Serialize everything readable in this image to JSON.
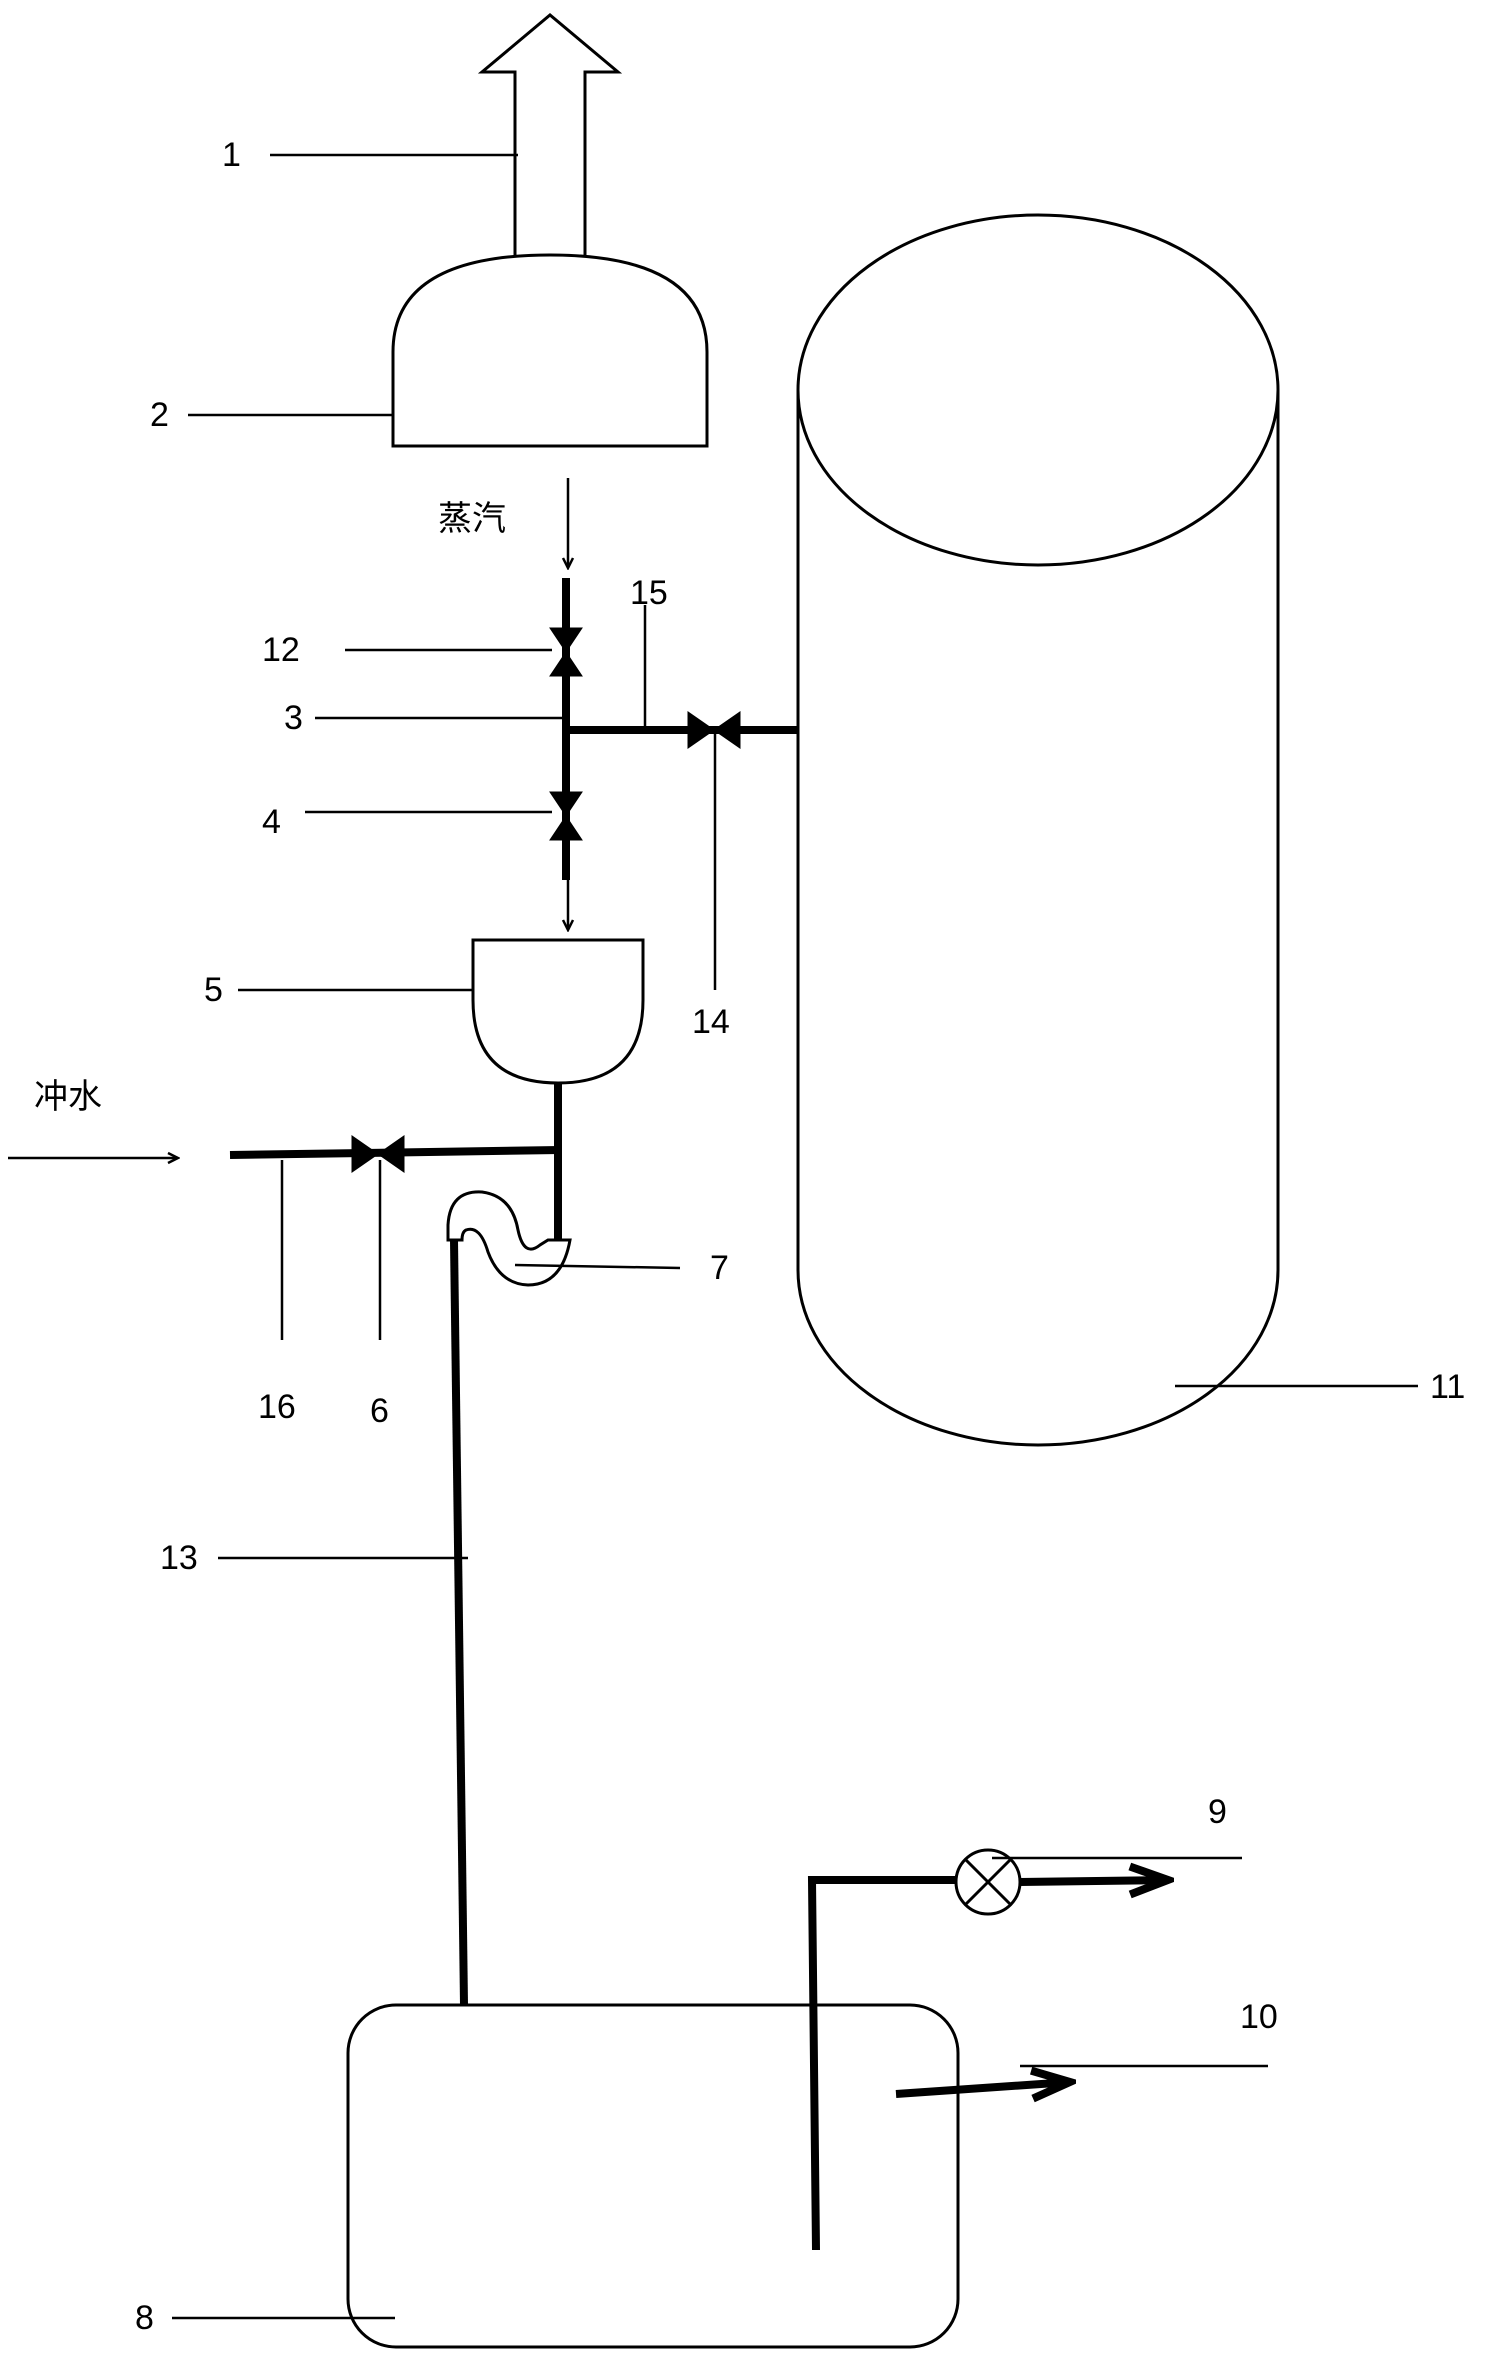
{
  "flow_labels": {
    "steam": "蒸汽",
    "flush_water": "冲水"
  },
  "part_labels": {
    "p1": "1",
    "p2": "2",
    "p3": "3",
    "p4": "4",
    "p5": "5",
    "p6": "6",
    "p7": "7",
    "p8": "8",
    "p9": "9",
    "p10": "10",
    "p11": "11",
    "p12": "12",
    "p13": "13",
    "p14": "14",
    "p15": "15",
    "p16": "16"
  }
}
